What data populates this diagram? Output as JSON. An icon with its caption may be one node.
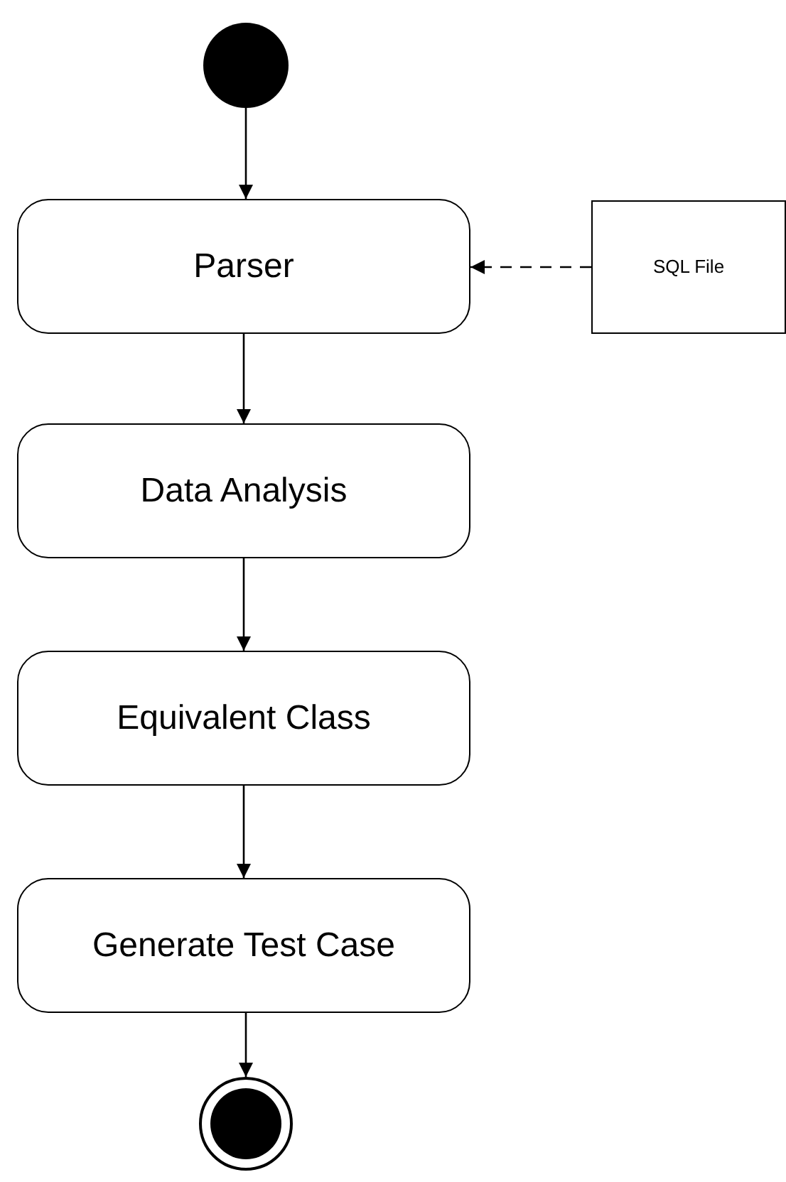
{
  "diagram": {
    "nodes": [
      {
        "text": [],
        "shape": "circle"
      },
      {
        "text": [
          "Parser"
        ]
      },
      {
        "text": [
          "SQL File"
        ]
      },
      {
        "text": [
          "Data Analysis"
        ]
      },
      {
        "text": [
          "Equivalent Class"
        ]
      },
      {
        "text": [
          "Generate Test Case"
        ]
      },
      {
        "text": [],
        "shape": "circle"
      }
    ],
    "edges": [
      {
        "from": 0,
        "to": 1,
        "arrow": "to"
      },
      {
        "from": 2,
        "to": 1,
        "arrow": "to",
        "style": "dashed"
      },
      {
        "from": 1,
        "to": 3,
        "arrow": "to"
      },
      {
        "from": 3,
        "to": 4,
        "arrow": "to"
      },
      {
        "from": 4,
        "to": 5,
        "arrow": "to"
      },
      {
        "from": 5,
        "to": 6,
        "arrow": "to"
      }
    ]
  }
}
